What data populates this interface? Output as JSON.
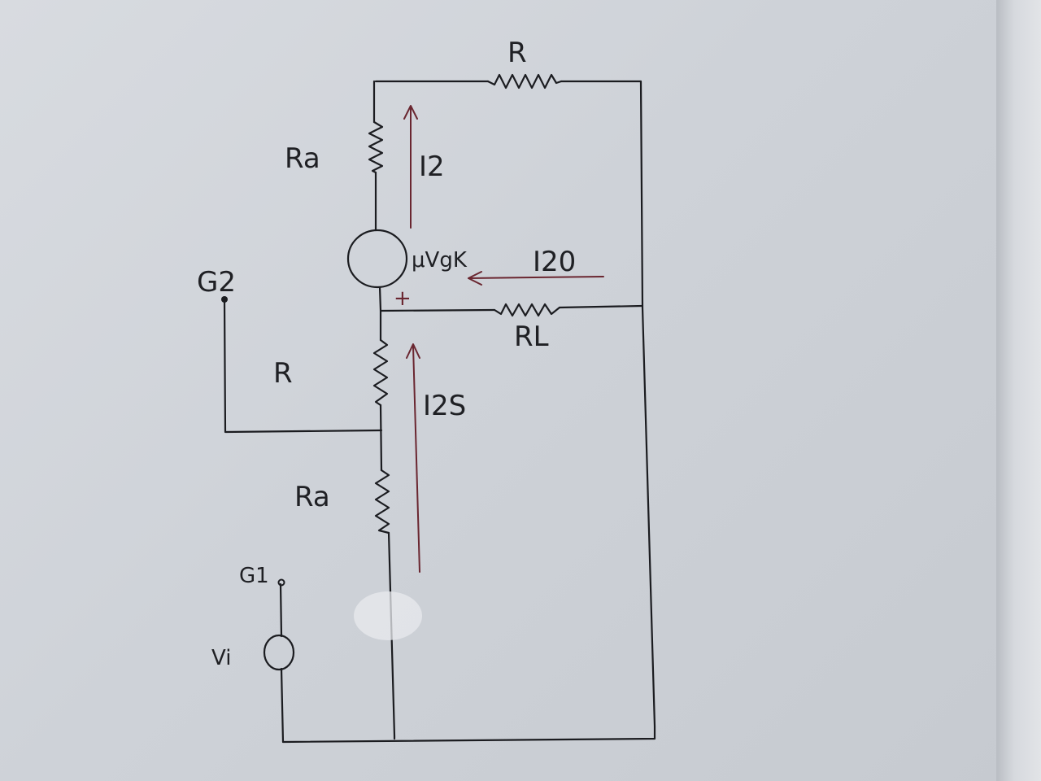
{
  "labels": {
    "r_top": "R",
    "ra_top": "Ra",
    "i2": "I2",
    "mu_vgk": "μVgK",
    "i20": "I20",
    "g2": "G2",
    "plus": "+",
    "rl": "RL",
    "r_mid": "R",
    "i2s": "I2S",
    "ra_bottom": "Ra",
    "g1": "G1",
    "vi": "Vi"
  },
  "colors": {
    "ink": "#1b1c20",
    "arrow_ink": "#6a2630",
    "paper": "#d4d7dc"
  }
}
